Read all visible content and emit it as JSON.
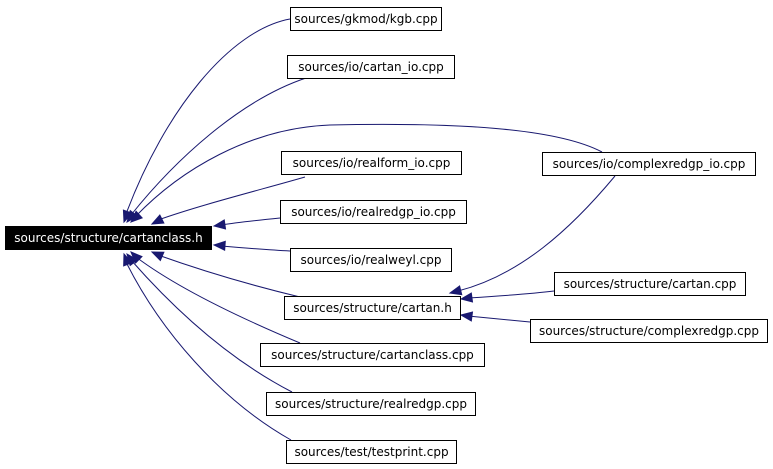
{
  "colors": {
    "edge": "#191970",
    "node_border": "#000000",
    "node_fill": "#ffffff",
    "root_fill": "#000000",
    "root_text": "#ffffff"
  },
  "nodes": {
    "root": "sources/structure/cartanclass.h",
    "kgb": "sources/gkmod/kgb.cpp",
    "cartan_io": "sources/io/cartan_io.cpp",
    "realform_io": "sources/io/realform_io.cpp",
    "realredgp_io": "sources/io/realredgp_io.cpp",
    "realweyl": "sources/io/realweyl.cpp",
    "cartan_h": "sources/structure/cartan.h",
    "cartanclass_cpp": "sources/structure/cartanclass.cpp",
    "realredgp_cpp": "sources/structure/realredgp.cpp",
    "testprint": "sources/test/testprint.cpp",
    "complexredgp_io": "sources/io/complexredgp_io.cpp",
    "cartan_cpp": "sources/structure/cartan.cpp",
    "complexredgp_cpp": "sources/structure/complexredgp.cpp"
  }
}
